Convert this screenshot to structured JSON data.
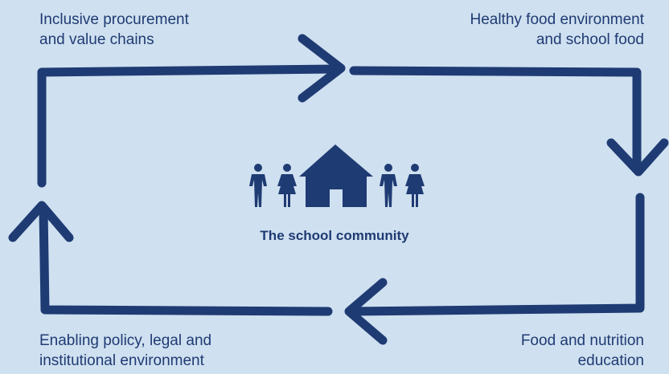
{
  "diagram": {
    "top_left_label": [
      "Inclusive procurement",
      "and value chains"
    ],
    "top_right_label": [
      "Healthy food environment",
      "and school food"
    ],
    "bottom_right_label": [
      "Food and nutrition",
      "education"
    ],
    "bottom_left_label": [
      "Enabling policy, legal and",
      "institutional environment"
    ],
    "center_label": "The school community",
    "colors": {
      "background": "#cfe0f0",
      "ink": "#1f3b73"
    },
    "icons": [
      "child-figure-icon",
      "child-figure-icon",
      "school-house-icon",
      "child-figure-icon",
      "child-figure-icon"
    ]
  }
}
